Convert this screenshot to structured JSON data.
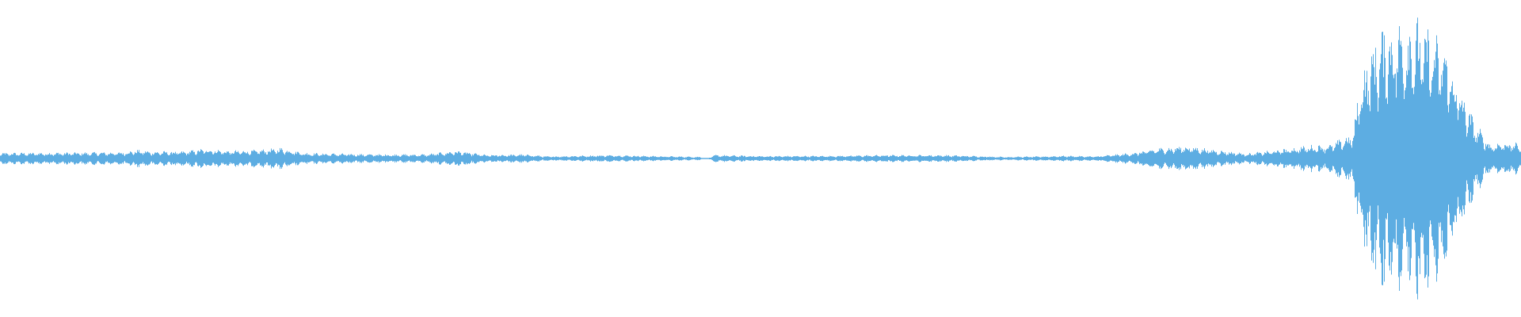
{
  "waveform": {
    "color": "#5DADE2",
    "background": "#ffffff",
    "duration_segments": 1920,
    "envelope": [
      [
        0.0,
        0.04
      ],
      [
        0.08,
        0.045
      ],
      [
        0.09,
        0.06
      ],
      [
        0.1,
        0.05
      ],
      [
        0.12,
        0.05
      ],
      [
        0.135,
        0.07
      ],
      [
        0.15,
        0.055
      ],
      [
        0.17,
        0.06
      ],
      [
        0.185,
        0.075
      ],
      [
        0.2,
        0.04
      ],
      [
        0.22,
        0.035
      ],
      [
        0.25,
        0.03
      ],
      [
        0.28,
        0.03
      ],
      [
        0.3,
        0.055
      ],
      [
        0.32,
        0.025
      ],
      [
        0.345,
        0.03
      ],
      [
        0.36,
        0.015
      ],
      [
        0.4,
        0.025
      ],
      [
        0.43,
        0.018
      ],
      [
        0.46,
        0.012
      ],
      [
        0.465,
        0.0
      ],
      [
        0.47,
        0.025
      ],
      [
        0.5,
        0.018
      ],
      [
        0.55,
        0.02
      ],
      [
        0.58,
        0.025
      ],
      [
        0.62,
        0.025
      ],
      [
        0.66,
        0.012
      ],
      [
        0.685,
        0.015
      ],
      [
        0.7,
        0.02
      ],
      [
        0.72,
        0.015
      ],
      [
        0.745,
        0.04
      ],
      [
        0.76,
        0.07
      ],
      [
        0.78,
        0.09
      ],
      [
        0.8,
        0.06
      ],
      [
        0.82,
        0.035
      ],
      [
        0.84,
        0.06
      ],
      [
        0.86,
        0.09
      ],
      [
        0.875,
        0.1
      ],
      [
        0.89,
        0.18
      ],
      [
        0.895,
        0.6
      ],
      [
        0.905,
        0.85
      ],
      [
        0.915,
        0.95
      ],
      [
        0.93,
        0.98
      ],
      [
        0.94,
        0.9
      ],
      [
        0.95,
        0.8
      ],
      [
        0.96,
        0.5
      ],
      [
        0.97,
        0.25
      ],
      [
        0.98,
        0.1
      ],
      [
        0.99,
        0.12
      ],
      [
        1.0,
        0.1
      ]
    ]
  }
}
